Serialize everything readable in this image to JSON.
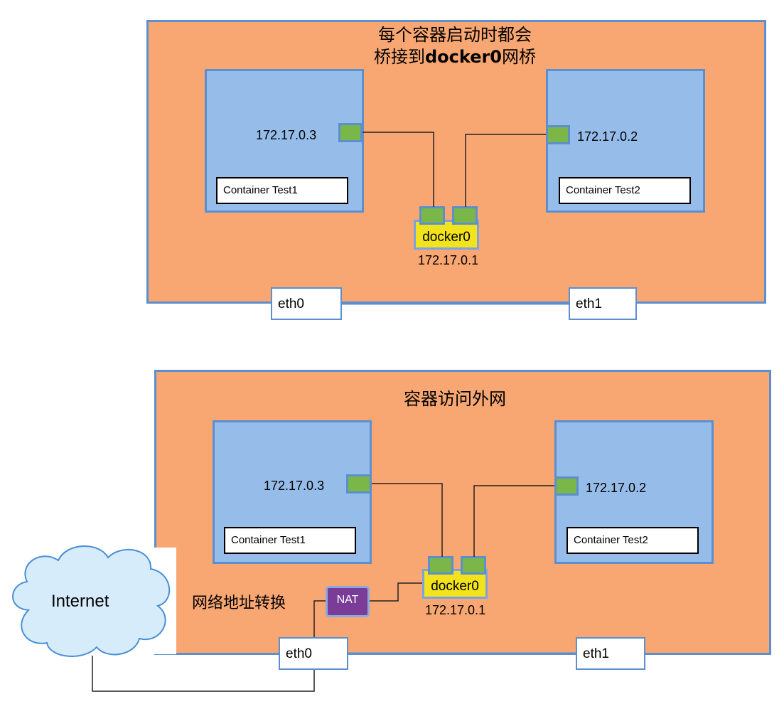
{
  "top": {
    "title_line1": "每个容器启动时都会",
    "title_line2_prefix": "桥接到",
    "title_line2_bold": "docker0",
    "title_line2_suffix": "网桥",
    "container1": {
      "ip": "172.17.0.3",
      "label": "Container Test1"
    },
    "container2": {
      "ip": "172.17.0.2",
      "label": "Container Test2"
    },
    "bridge": {
      "label": "docker0",
      "ip": "172.17.0.1"
    },
    "eth0": "eth0",
    "eth1": "eth1"
  },
  "bottom": {
    "title": "容器访问外网",
    "container1": {
      "ip": "172.17.0.3",
      "label": "Container Test1"
    },
    "container2": {
      "ip": "172.17.0.2",
      "label": "Container Test2"
    },
    "bridge": {
      "label": "docker0",
      "ip": "172.17.0.1"
    },
    "nat": {
      "label": "NAT",
      "caption": "网络地址转换"
    },
    "internet": "Internet",
    "eth0": "eth0",
    "eth1": "eth1"
  },
  "colors": {
    "panel": "#f9a772",
    "container": "#96bde9",
    "border": "#5b8fd0",
    "port": "#7ab648",
    "bridge": "#f2e31c",
    "nat": "#7b3c98",
    "cloud": "#d6ecfb"
  }
}
